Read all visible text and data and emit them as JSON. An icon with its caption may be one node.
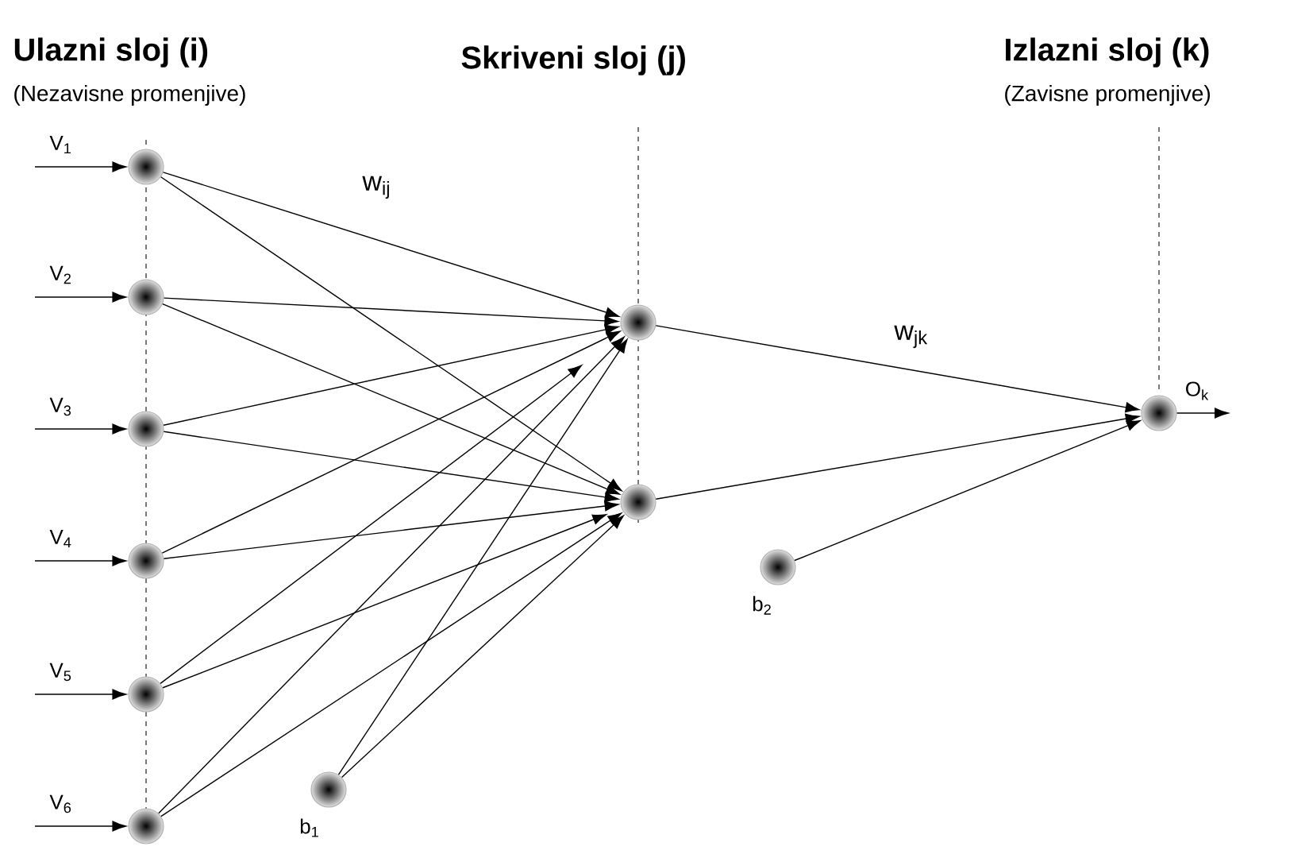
{
  "diagram": {
    "nodes": [
      {
        "text": [],
        "shape": "circle",
        "beside": [
          "V$_{1}$"
        ]
      },
      {
        "text": [],
        "shape": "circle",
        "beside": [
          "V$_{2}$"
        ]
      },
      {
        "text": [],
        "shape": "circle",
        "beside": [
          "V$_{3}$"
        ]
      },
      {
        "text": [],
        "shape": "circle",
        "beside": [
          "V$_{4}$"
        ]
      },
      {
        "text": [],
        "shape": "circle",
        "beside": [
          "V$_{5}$"
        ]
      },
      {
        "text": [],
        "shape": "circle",
        "beside": [
          "V$_{6}$"
        ]
      },
      {
        "text": [],
        "shape": "circle"
      },
      {
        "text": [],
        "shape": "circle"
      },
      {
        "text": [],
        "shape": "circle"
      },
      {
        "text": [],
        "shape": "circle",
        "beside": [
          "b$_{1}$"
        ]
      },
      {
        "text": [],
        "shape": "circle",
        "beside": [
          "b$_{2}$"
        ]
      }
    ],
    "edges": [
      {
        "from": null,
        "to": 0,
        "arrow": "to"
      },
      {
        "from": null,
        "to": 1,
        "arrow": "to"
      },
      {
        "from": null,
        "to": 2,
        "arrow": "to"
      },
      {
        "from": null,
        "to": 3,
        "arrow": "to"
      },
      {
        "from": null,
        "to": 4,
        "arrow": "to"
      },
      {
        "from": null,
        "to": 5,
        "arrow": "to"
      },
      {
        "from": 0,
        "to": 6,
        "arrow": "to"
      },
      {
        "from": 0,
        "to": 7,
        "arrow": "to"
      },
      {
        "from": 1,
        "to": 6,
        "arrow": "to"
      },
      {
        "from": 1,
        "to": 7,
        "arrow": "to"
      },
      {
        "from": 2,
        "to": 6,
        "arrow": "to"
      },
      {
        "from": 2,
        "to": 7,
        "arrow": "to"
      },
      {
        "from": 3,
        "to": 6,
        "arrow": "to"
      },
      {
        "from": 3,
        "to": 7,
        "arrow": "to"
      },
      {
        "from": 4,
        "to": 6,
        "arrow": "to"
      },
      {
        "from": 4,
        "to": 7,
        "arrow": "to"
      },
      {
        "from": 5,
        "to": 6,
        "arrow": "to"
      },
      {
        "from": 5,
        "to": 7,
        "arrow": "to"
      },
      {
        "from": 9,
        "to": 6,
        "arrow": "to"
      },
      {
        "from": 9,
        "to": 7,
        "arrow": "to"
      },
      {
        "from": 6,
        "to": 8,
        "arrow": "to"
      },
      {
        "from": 7,
        "to": 8,
        "arrow": "to"
      },
      {
        "from": 10,
        "to": 8,
        "arrow": "to"
      },
      {
        "from": 8,
        "to": null,
        "arrow": "to",
        "label": "O$_{k}$"
      }
    ],
    "labels": [
      "Ulazni sloj (i)",
      "(Nezavisne promenjive)",
      "Skriveni sloj (j)",
      "Izlazni sloj (k)",
      "(Zavisne promenjive)",
      "w$_{ij}$",
      "w$_{jk}$"
    ]
  }
}
